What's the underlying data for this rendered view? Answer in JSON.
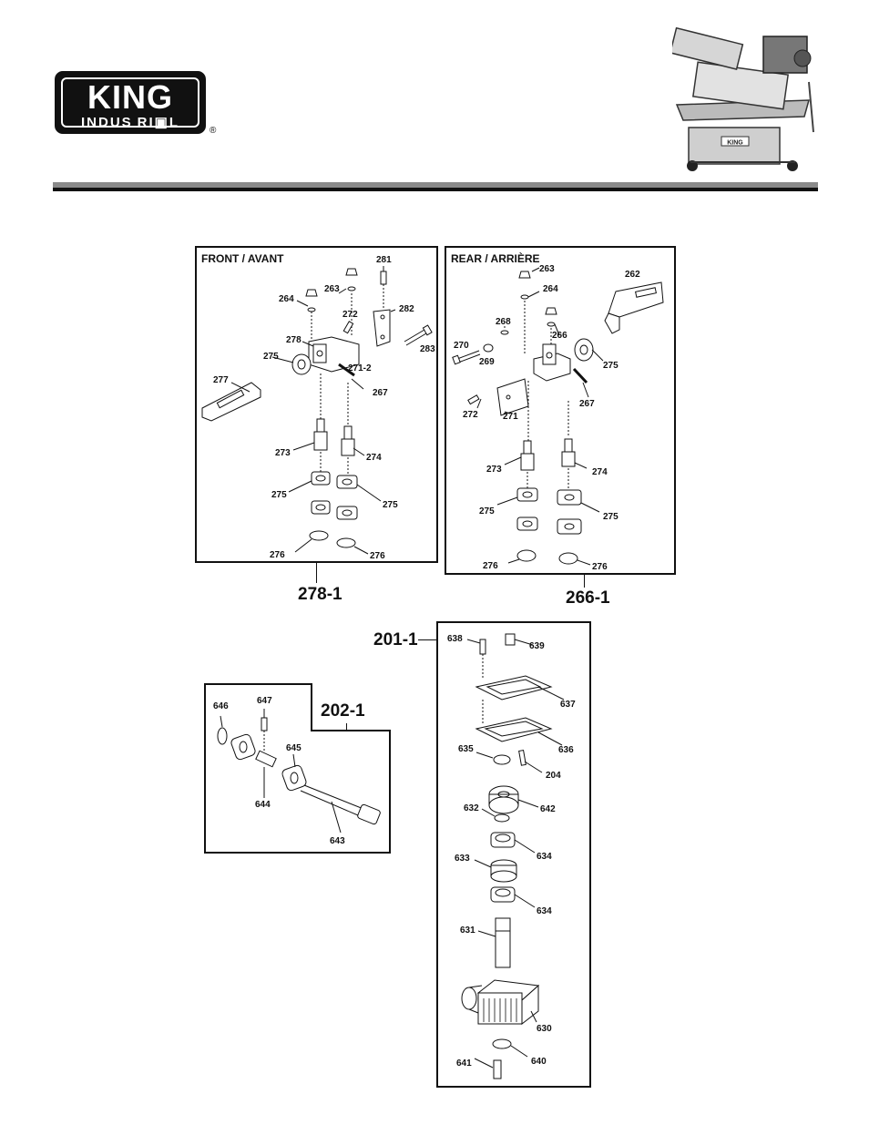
{
  "logo": {
    "brand": "KING",
    "subtitle": "INDUS RI▣L",
    "registered": "®"
  },
  "panels": {
    "front": {
      "title": "FRONT / AVANT",
      "assembly": "278-1",
      "callouts": [
        "281",
        "282",
        "283",
        "263",
        "264",
        "272",
        "278",
        "271-2",
        "275",
        "277",
        "267",
        "273",
        "274",
        "275",
        "275",
        "276",
        "276"
      ]
    },
    "rear": {
      "title": "REAR / ARRIÈRE",
      "assembly": "266-1",
      "callouts": [
        "263",
        "262",
        "264",
        "268",
        "266",
        "270",
        "269",
        "275",
        "272",
        "271",
        "267",
        "273",
        "274",
        "275",
        "275",
        "276",
        "276"
      ]
    },
    "input_shaft": {
      "assembly": "202-1",
      "callouts": [
        "646",
        "647",
        "645",
        "644",
        "643"
      ]
    },
    "gearbox": {
      "assembly": "201-1",
      "callouts": [
        "638",
        "639",
        "637",
        "636",
        "635",
        "204",
        "642",
        "632",
        "634",
        "633",
        "634",
        "631",
        "630",
        "641",
        "640"
      ]
    }
  },
  "colors": {
    "ink": "#111111",
    "rule_gray": "#8a8a8a"
  }
}
